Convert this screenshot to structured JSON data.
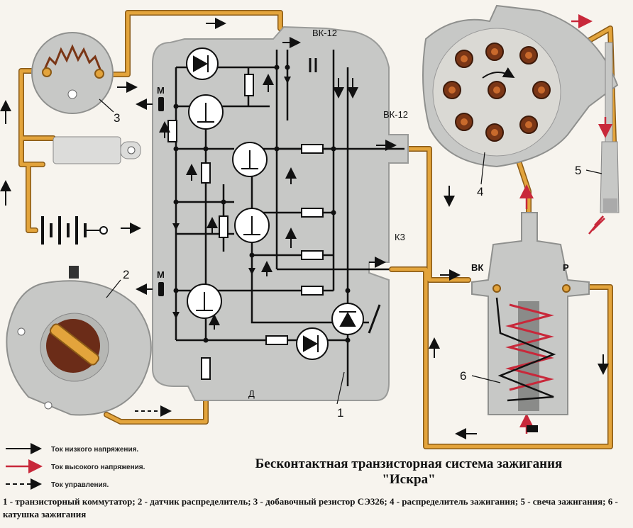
{
  "title_line1": "Бесконтактная транзисторная система зажигания",
  "title_line2": "\"Искра\"",
  "caption": "1 - транзисторный коммутатор; 2 - датчик распределитель; 3 - добавочный резистор СЭ326; 4 - распределитель зажигания; 5 - свеча зажигания; 6 - катушка зажигания",
  "terminals": {
    "vk12_top": "ВК-12",
    "vk12_right": "ВК-12",
    "k3": "К3",
    "m_top": "М",
    "m_bottom": "М",
    "d": "Д",
    "coil_vk": "ВК",
    "coil_r": "Р"
  },
  "callouts": [
    "1",
    "2",
    "3",
    "4",
    "5",
    "6"
  ],
  "legend": [
    {
      "label": "Ток низкого напряжения.",
      "style": "solid",
      "color": "#111111"
    },
    {
      "label": "Ток высокого напряжения.",
      "style": "solid",
      "color": "#c8283a"
    },
    {
      "label": "Ток управления.",
      "style": "dashed",
      "color": "#111111"
    }
  ],
  "colors": {
    "wire": "#e3a43c",
    "wire_outline": "#8a5a16",
    "block_fill": "#c7c8c6",
    "high_voltage": "#c8283a",
    "copper": "#7a3616"
  }
}
